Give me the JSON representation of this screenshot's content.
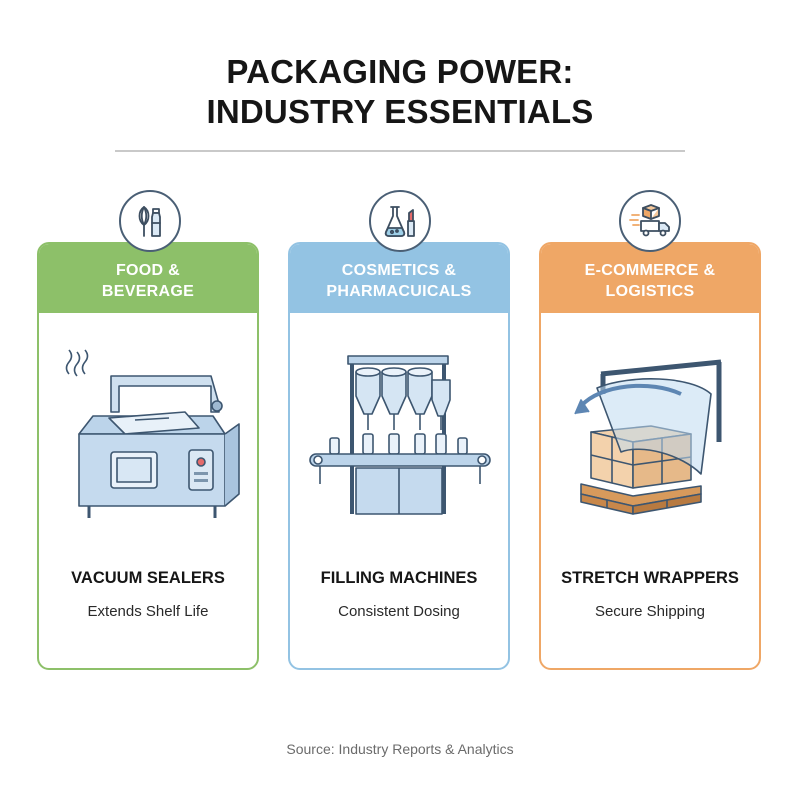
{
  "title": {
    "line1": "PACKAGING POWER:",
    "line2": "INDUSTRY ESSENTIALS"
  },
  "cards": [
    {
      "header_line1": "FOOD &",
      "header_line2": "BEVERAGE",
      "machine": "VACUUM SEALERS",
      "benefit": "Extends Shelf Life",
      "accent": "#8dc069",
      "category_icon": "whisk-bottle-icon",
      "illustration": "vacuum-sealer-illustration"
    },
    {
      "header_line1": "COSMETICS &",
      "header_line2": "PHARMACUICALS",
      "machine": "FILLING MACHINES",
      "benefit": "Consistent Dosing",
      "accent": "#93c3e3",
      "category_icon": "flask-lipstick-icon",
      "illustration": "filling-machine-illustration"
    },
    {
      "header_line1": "E-COMMERCE &",
      "header_line2": "LOGISTICS",
      "machine": "STRETCH WRAPPERS",
      "benefit": "Secure Shipping",
      "accent": "#efa766",
      "category_icon": "delivery-truck-icon",
      "illustration": "stretch-wrapper-illustration"
    }
  ],
  "source": "Source: Industry Reports & Analytics"
}
